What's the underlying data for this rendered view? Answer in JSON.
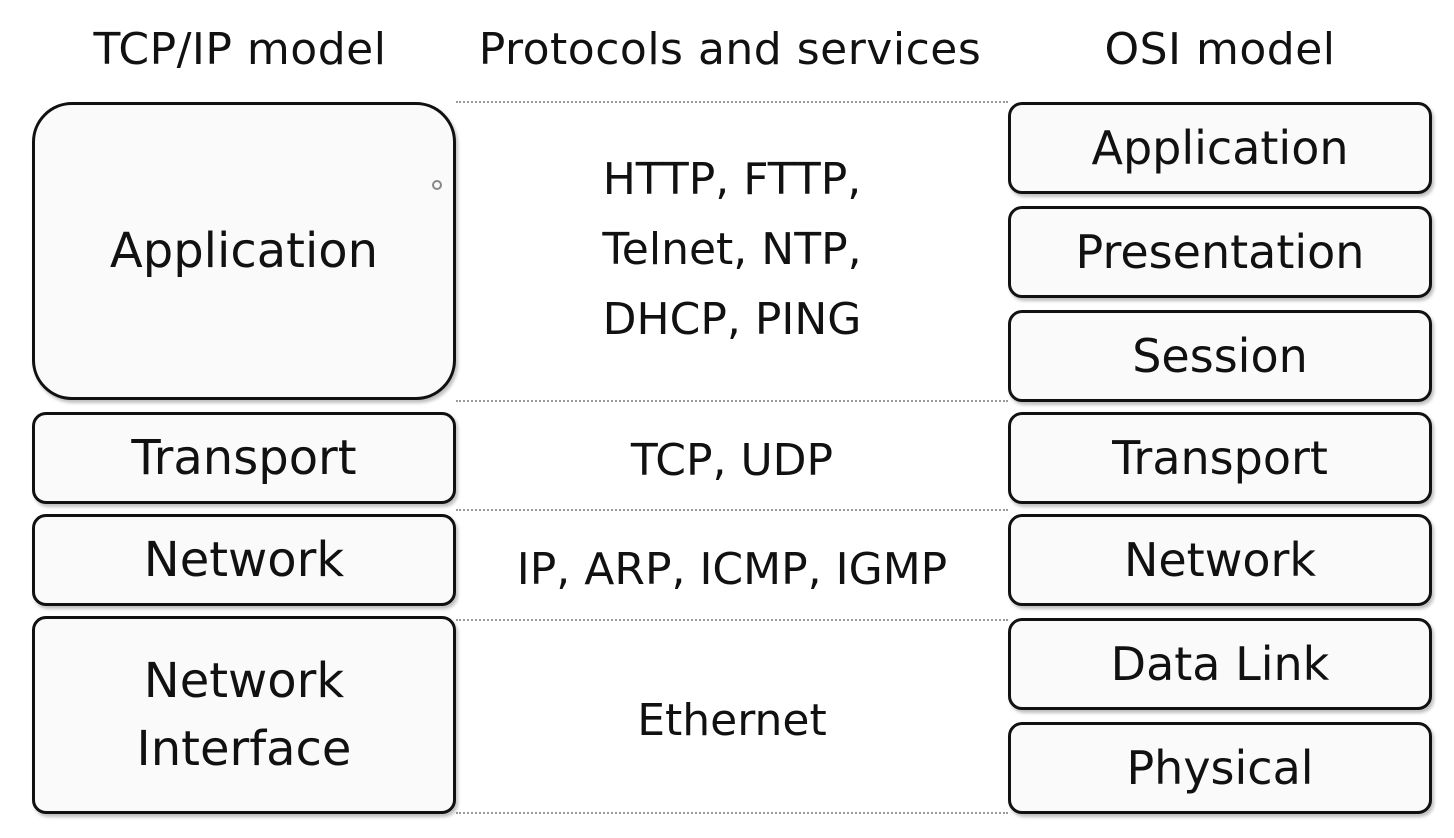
{
  "headings": {
    "tcpip": "TCP/IP model",
    "protocols": "Protocols and services",
    "osi": "OSI model"
  },
  "tcpip_layers": {
    "application": "Application",
    "transport": "Transport",
    "network": "Network",
    "network_interface": [
      "Network",
      "Interface"
    ]
  },
  "protocols": {
    "application": [
      "HTTP, FTTP,",
      "Telnet, NTP,",
      "DHCP, PING"
    ],
    "transport": "TCP, UDP",
    "network": "IP, ARP, ICMP, IGMP",
    "network_interface": "Ethernet"
  },
  "osi_layers": {
    "application": "Application",
    "presentation": "Presentation",
    "session": "Session",
    "transport": "Transport",
    "network": "Network",
    "data_link": "Data Link",
    "physical": "Physical"
  }
}
